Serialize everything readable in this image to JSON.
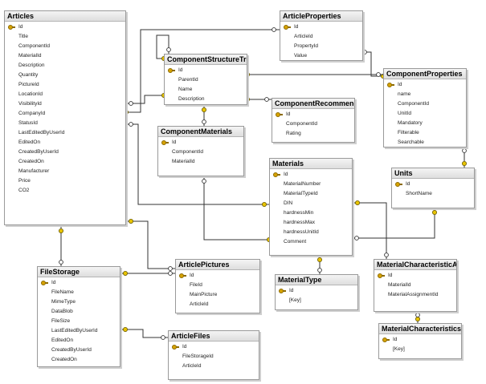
{
  "tables": [
    {
      "name": "Articles",
      "columns": [
        {
          "name": "Id",
          "key": true
        },
        {
          "name": "Title"
        },
        {
          "name": "ComponentId"
        },
        {
          "name": "MaterialId"
        },
        {
          "name": "Description"
        },
        {
          "name": "Quantity"
        },
        {
          "name": "PictureId"
        },
        {
          "name": "LocationId"
        },
        {
          "name": "VisibilityId"
        },
        {
          "name": "CompanyId"
        },
        {
          "name": "StatusId"
        },
        {
          "name": "LastEditedByUserId"
        },
        {
          "name": "EditedOn"
        },
        {
          "name": "CreatedByUserId"
        },
        {
          "name": "CreatedOn"
        },
        {
          "name": "Manufacturer"
        },
        {
          "name": "Price"
        },
        {
          "name": "CO2"
        }
      ]
    },
    {
      "name": "ArticleProperties",
      "columns": [
        {
          "name": "Id",
          "key": true
        },
        {
          "name": "ArticleId"
        },
        {
          "name": "PropertyId"
        },
        {
          "name": "Value"
        }
      ]
    },
    {
      "name": "ComponentStructureTre",
      "columns": [
        {
          "name": "Id",
          "key": true
        },
        {
          "name": "ParentId"
        },
        {
          "name": "Name"
        },
        {
          "name": "Description"
        }
      ]
    },
    {
      "name": "ComponentProperties",
      "columns": [
        {
          "name": "Id",
          "key": true
        },
        {
          "name": "name"
        },
        {
          "name": "ComponentId"
        },
        {
          "name": "UnitId"
        },
        {
          "name": "Mandatory"
        },
        {
          "name": "Filterable"
        },
        {
          "name": "Searchable"
        }
      ]
    },
    {
      "name": "ComponentRecommend",
      "columns": [
        {
          "name": "Id",
          "key": true
        },
        {
          "name": "ComponentId"
        },
        {
          "name": "Rating"
        }
      ]
    },
    {
      "name": "ComponentMaterials",
      "columns": [
        {
          "name": "Id",
          "key": true
        },
        {
          "name": "ComponentId"
        },
        {
          "name": "MaterialId"
        }
      ]
    },
    {
      "name": "Materials",
      "columns": [
        {
          "name": "Id",
          "key": true
        },
        {
          "name": "MaterialNumber"
        },
        {
          "name": "MaterialTypeId"
        },
        {
          "name": "DIN"
        },
        {
          "name": "hardnessMin"
        },
        {
          "name": "hardnessMax"
        },
        {
          "name": "hardnessUnitId"
        },
        {
          "name": "Comment"
        }
      ]
    },
    {
      "name": "Units",
      "columns": [
        {
          "name": "Id",
          "key": true
        },
        {
          "name": "ShortName"
        }
      ]
    },
    {
      "name": "FileStorage",
      "columns": [
        {
          "name": "Id",
          "key": true
        },
        {
          "name": "FileName"
        },
        {
          "name": "MimeType"
        },
        {
          "name": "DataBlob"
        },
        {
          "name": "FileSize"
        },
        {
          "name": "LastEditedByUserId"
        },
        {
          "name": "EditedOn"
        },
        {
          "name": "CreatedByUserId"
        },
        {
          "name": "CreatedOn"
        }
      ]
    },
    {
      "name": "ArticlePictures",
      "columns": [
        {
          "name": "Id",
          "key": true
        },
        {
          "name": "FileId"
        },
        {
          "name": "MainPicture"
        },
        {
          "name": "ArticleId"
        }
      ]
    },
    {
      "name": "MaterialType",
      "columns": [
        {
          "name": "Id",
          "key": true
        },
        {
          "name": "[Key]"
        }
      ]
    },
    {
      "name": "MaterialCharacteristicAs",
      "columns": [
        {
          "name": "Id",
          "key": true
        },
        {
          "name": "MaterialId"
        },
        {
          "name": "MaterialAssignmentId"
        }
      ]
    },
    {
      "name": "ArticleFiles",
      "columns": [
        {
          "name": "Id",
          "key": true
        },
        {
          "name": "FileStorageId"
        },
        {
          "name": "ArticleId"
        }
      ]
    },
    {
      "name": "MaterialCharacteristics",
      "columns": [
        {
          "name": "Id",
          "key": true
        },
        {
          "name": "[Key]"
        }
      ]
    }
  ],
  "colors": {
    "line": "#333333",
    "key_end": "#e8c400",
    "table_border": "#9a9a9a",
    "title_bg": "#e6e6e6"
  }
}
